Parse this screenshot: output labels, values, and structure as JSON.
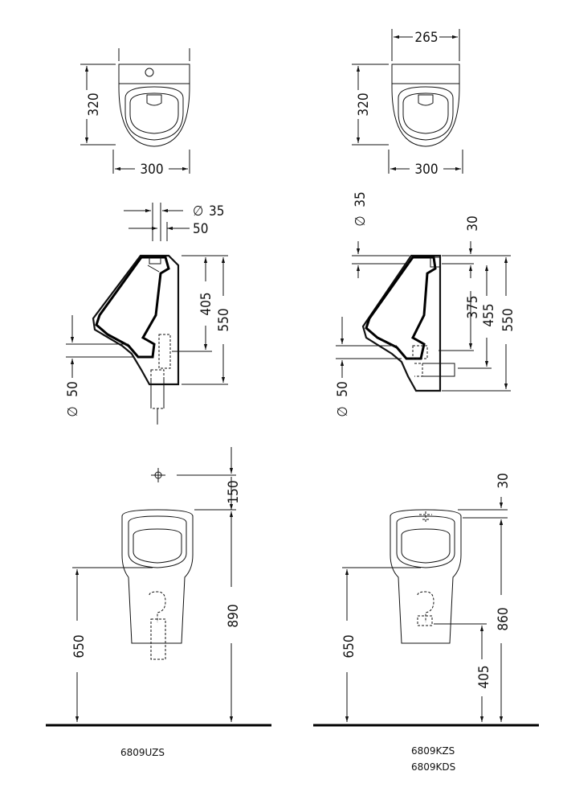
{
  "dimensions": {
    "top_left_depth": "320",
    "top_left_width": "300",
    "top_right_width_top": "265",
    "top_right_depth": "320",
    "top_right_width": "300",
    "side_left_diameter": "35",
    "side_left_offset": "50",
    "side_left_405": "405",
    "side_left_550": "550",
    "side_left_outlet": "50",
    "side_right_diameter": "35",
    "side_right_30": "30",
    "side_right_375": "375",
    "side_right_455": "455",
    "side_right_550": "550",
    "side_right_outlet": "50",
    "front_left_150": "150",
    "front_left_890": "890",
    "front_left_650": "650",
    "front_right_30": "30",
    "front_right_860": "860",
    "front_right_650": "650",
    "front_right_405": "405"
  },
  "symbols": {
    "diameter": "∅"
  },
  "models": {
    "left": "6809UZS",
    "right_1": "6809KZS",
    "right_2": "6809KDS"
  }
}
